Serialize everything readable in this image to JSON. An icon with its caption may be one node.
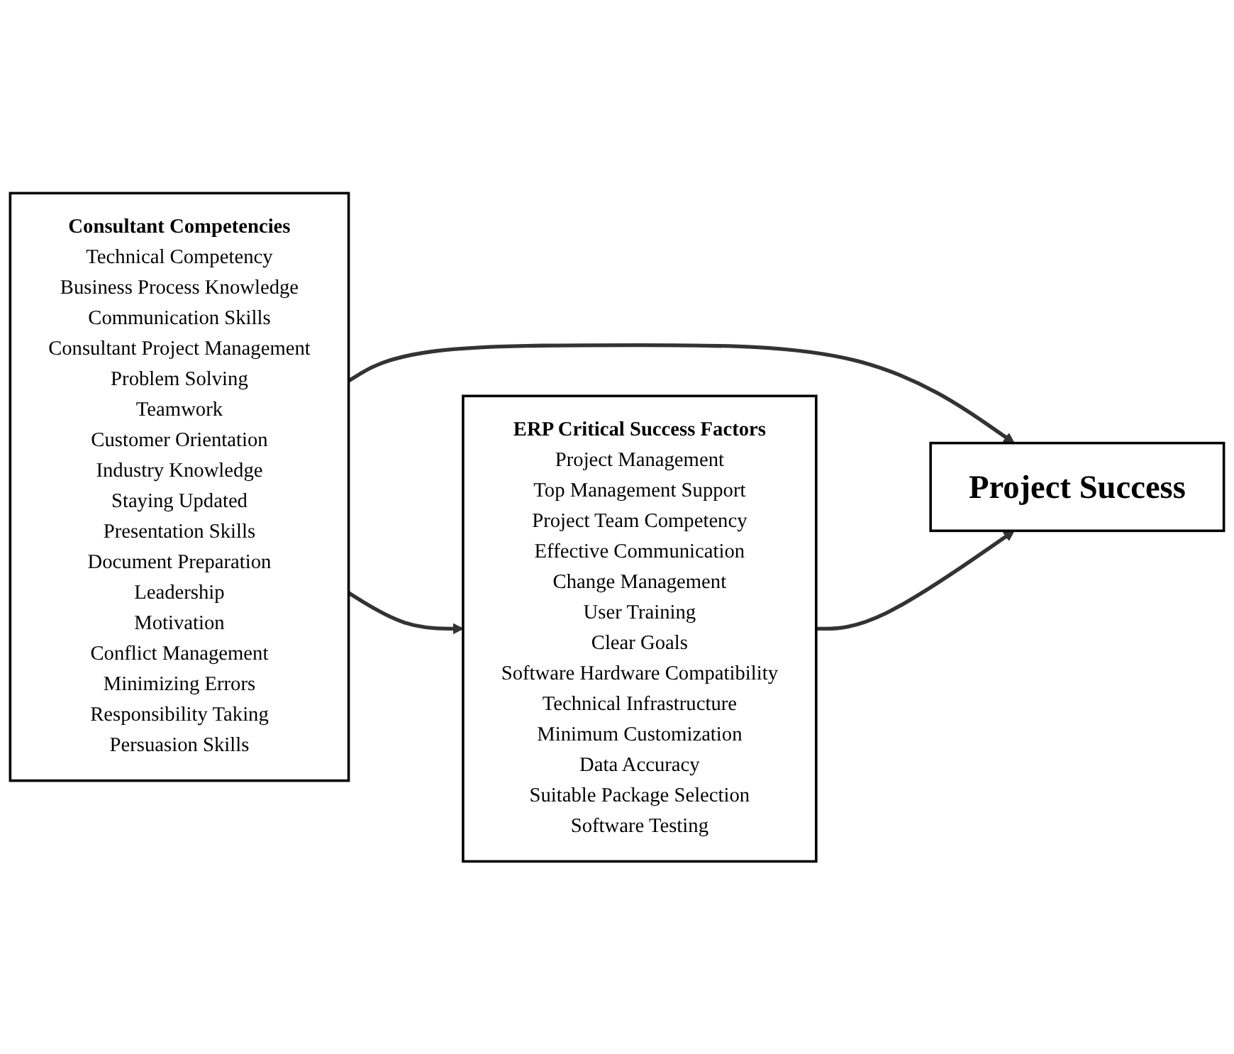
{
  "diagram": {
    "nodes": [
      {
        "text": [
          "Consultant Competencies",
          "Technical Competency",
          "Business Process Knowledge",
          "Communication Skills",
          "Consultant Project Management",
          "Problem Solving",
          "Teamwork",
          "Customer Orientation",
          "Industry Knowledge",
          "Staying Updated",
          "Presentation Skills",
          "Document Preparation",
          "Leadership",
          "Motivation",
          "Conflict Management",
          "Minimizing Errors",
          "Responsibility Taking",
          "Persuasion Skills"
        ]
      },
      {
        "text": [
          "Project Success"
        ]
      },
      {
        "text": [
          "ERP Critical Success Factors",
          "Project Management",
          "Top Management Support",
          "Project Team Competency",
          "Effective Communication",
          "Change Management",
          "User Training",
          "Clear Goals",
          "Software Hardware Compatibility",
          "Technical Infrastructure",
          "Minimum Customization",
          "Data Accuracy",
          "Suitable Package Selection",
          "Software Testing"
        ]
      }
    ],
    "edges": [
      {
        "from": 0,
        "to": 1,
        "arrow": "to"
      },
      {
        "from": 2,
        "to": 1,
        "arrow": "to"
      },
      {
        "from": 0,
        "to": 2,
        "arrow": "to"
      }
    ]
  }
}
